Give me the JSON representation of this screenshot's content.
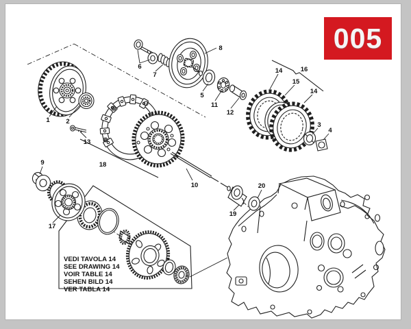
{
  "badge": {
    "text": "005",
    "bg_color": "#d41920",
    "text_color": "#f5f5f5"
  },
  "note_box": {
    "lines": [
      "VEDI TAVOLA 14",
      "SEE DRAWING 14",
      "VOIR TABLE 14",
      "SEHEN BILD 14",
      "VER TABLA 14"
    ]
  },
  "part_labels": {
    "p1": "1",
    "p2": "2",
    "p3": "3",
    "p4": "4",
    "p5": "5",
    "p6": "6",
    "p7": "7",
    "p8": "8",
    "p9": "9",
    "p10": "10",
    "p11": "11",
    "p12": "12",
    "p13": "13",
    "p14": "14",
    "p15": "15",
    "p16": "16",
    "p17": "17",
    "p18": "18",
    "p19": "19",
    "p20": "20"
  },
  "colors": {
    "line": "#1f1f1f",
    "paper": "#ffffff",
    "surround": "#c4c4c4"
  }
}
